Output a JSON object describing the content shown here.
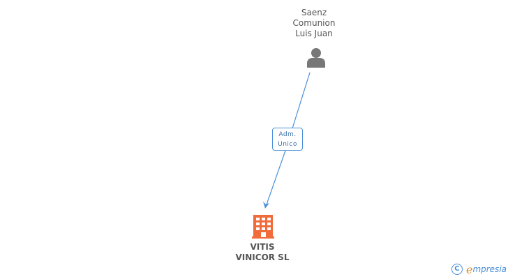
{
  "person": {
    "name_lines": [
      "Saenz",
      "Comunion",
      "Luis Juan"
    ]
  },
  "relation": {
    "role_lines": [
      "Adm.",
      "Unico"
    ]
  },
  "company": {
    "name_lines": [
      "VITIS",
      "VINICOR SL"
    ]
  },
  "brand": {
    "copyright": "C",
    "e": "e",
    "rest": "mpresia"
  },
  "colors": {
    "edge": "#4a90d9",
    "person_icon": "#777777",
    "company_icon": "#f26b3a",
    "brand_orange": "#d98a2b"
  },
  "icons": {
    "person": "person-silhouette-icon",
    "company": "building-icon"
  }
}
